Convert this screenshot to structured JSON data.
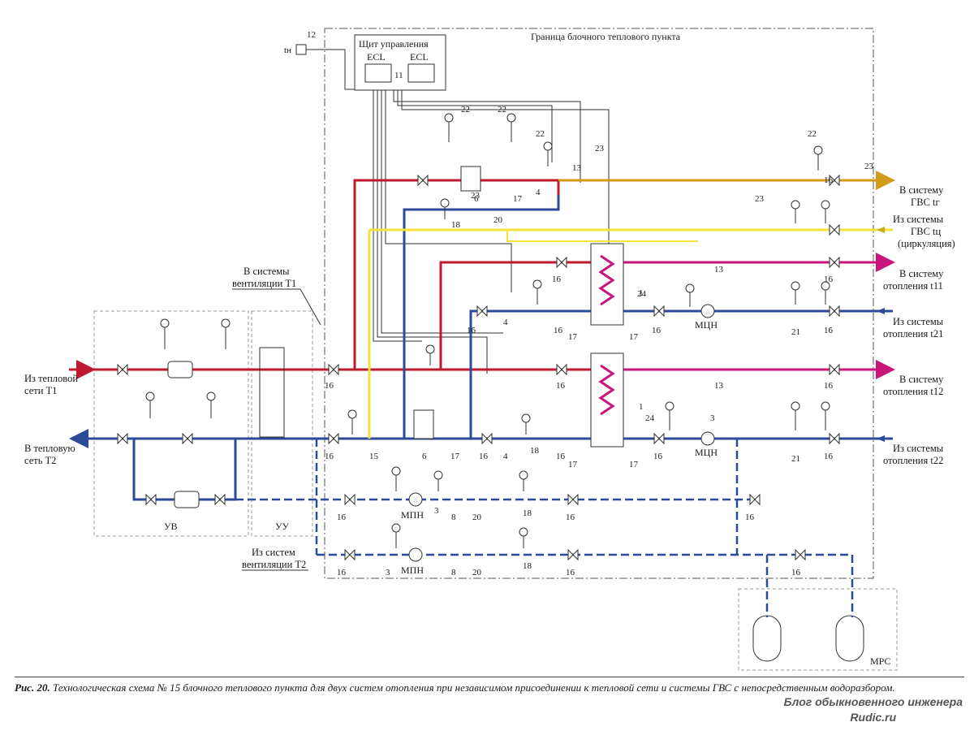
{
  "diagram": {
    "boundary_label": "Граница блочного теплового пункта",
    "control_panel": {
      "title": "Щит управления",
      "left": "ECL",
      "right": "ECL",
      "num": "11"
    },
    "tn": {
      "label": "tн",
      "num": "12"
    },
    "left_labels": {
      "supply_in": "Из тепловой\nсети T1",
      "return_out": "В тепловую\nсеть T2",
      "vent_supply": "В системы\nвентиляции T1",
      "vent_return": "Из систем\nвентиляции T2"
    },
    "right_labels": {
      "gvs_t": "В систему\nГВС tг",
      "gvs_circ": "Из системы\nГВС tц\n(циркуляция)",
      "heat_t11": "В систему\nотопления t11",
      "heat_t21": "Из системы\nотопления t21",
      "heat_t12": "В систему\nотопления t12",
      "heat_t22": "Из системы\nотопления t22"
    },
    "unit_labels": {
      "uv": "УВ",
      "uu": "УУ",
      "mpn1": "МПН",
      "mpn2": "МПН",
      "mcn1": "МЦН",
      "mcn2": "МЦН",
      "mrs": "МРС"
    },
    "colors": {
      "supply": "#c0182e",
      "return": "#2c4a9a",
      "gvs": "#d29a1a",
      "circ": "#f2e23a",
      "heat_supply": "#c8157a",
      "dashed": "#2c4a9a"
    }
  },
  "caption": {
    "lead": "Рис. 20.",
    "text": "Технологическая схема № 15 блочного теплового пункта для двух систем отопления при независимом присоединении к тепловой сети и системы ГВС с непосредственным водоразбором."
  },
  "watermark": {
    "line1": "Блог обыкновенного инженера",
    "line2": "Rudic.ru"
  }
}
